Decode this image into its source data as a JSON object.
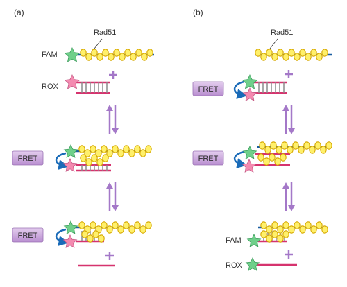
{
  "panel_a": {
    "label": "(a)",
    "rad51_label": "Rad51",
    "fam_label": "FAM",
    "rox_label": "ROX",
    "fret_1": "FRET",
    "fret_2": "FRET"
  },
  "panel_b": {
    "label": "(b)",
    "rad51_label": "Rad51",
    "fret_1": "FRET",
    "fret_2": "FRET",
    "fam_label": "FAM",
    "rox_label": "ROX"
  },
  "colors": {
    "blue_strand": "#1a5ea0",
    "pink_strand": "#d6336e",
    "gray_bar": "#8a8a8a",
    "rad51_fill": "#fff06a",
    "rad51_stroke": "#d6a800",
    "fam_star": "#6fcf8a",
    "rox_star": "#f48ab0",
    "arrow_purple": "#a478c8",
    "fret_box": "#c9a6dc",
    "fret_arrow": "#1a6bb8"
  }
}
